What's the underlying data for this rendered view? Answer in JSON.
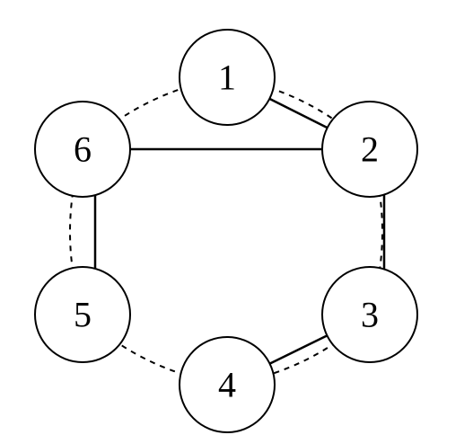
{
  "graph": {
    "nodes": [
      {
        "id": "1",
        "label": "1"
      },
      {
        "id": "2",
        "label": "2"
      },
      {
        "id": "3",
        "label": "3"
      },
      {
        "id": "4",
        "label": "4"
      },
      {
        "id": "5",
        "label": "5"
      },
      {
        "id": "6",
        "label": "6"
      }
    ],
    "edges": [
      {
        "from": "1",
        "to": "2",
        "style": "solid"
      },
      {
        "from": "6",
        "to": "2",
        "style": "solid"
      },
      {
        "from": "2",
        "to": "3",
        "style": "solid"
      },
      {
        "from": "3",
        "to": "4",
        "style": "solid"
      },
      {
        "from": "6",
        "to": "5",
        "style": "solid"
      },
      {
        "from": "1",
        "to": "2",
        "style": "dashed"
      },
      {
        "from": "2",
        "to": "3",
        "style": "dashed"
      },
      {
        "from": "3",
        "to": "4",
        "style": "dashed"
      },
      {
        "from": "4",
        "to": "5",
        "style": "dashed"
      },
      {
        "from": "5",
        "to": "6",
        "style": "dashed"
      },
      {
        "from": "6",
        "to": "1",
        "style": "dashed"
      }
    ]
  }
}
